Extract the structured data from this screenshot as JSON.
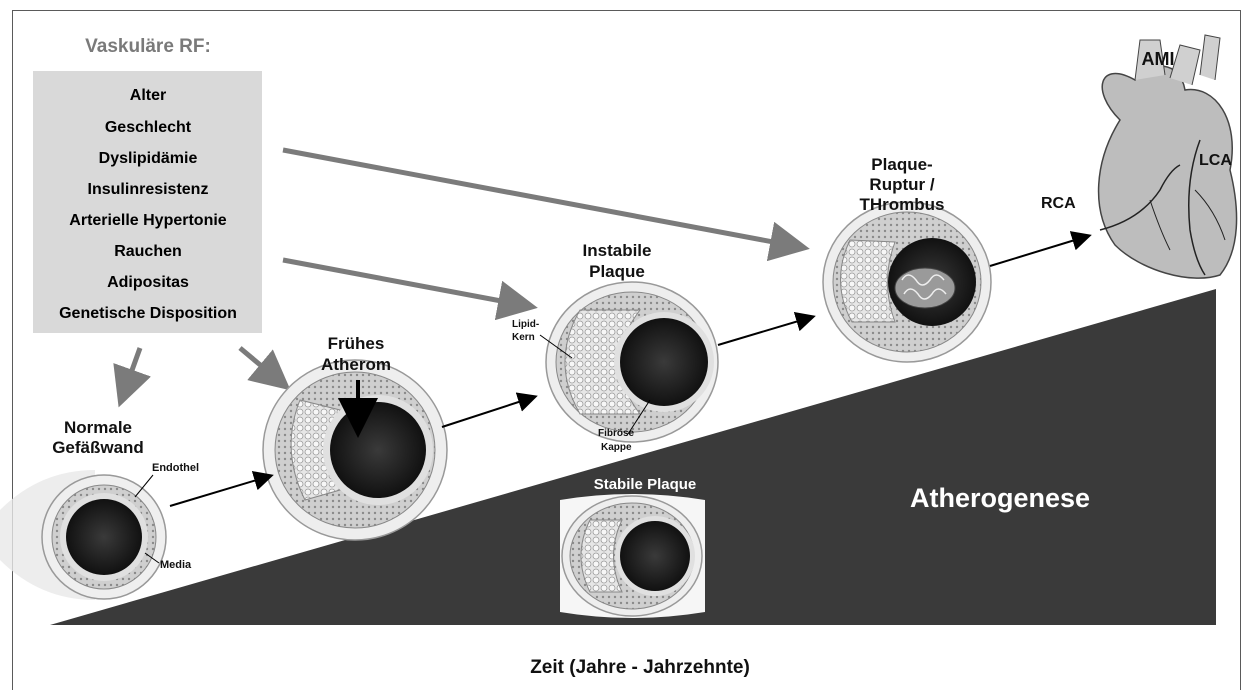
{
  "risk_factors": {
    "title": "Vaskuläre RF:",
    "items": [
      "Alter",
      "Geschlecht",
      "Dyslipidämie",
      "Insulinresistenz",
      "Arterielle Hypertonie",
      "Rauchen",
      "Adipositas",
      "Genetische Disposition"
    ]
  },
  "stages": {
    "normal": [
      "Normale",
      "Gefäßwand"
    ],
    "early": [
      "Frühes",
      "Atherom"
    ],
    "unstable": [
      "Instabile",
      "Plaque"
    ],
    "rupture": [
      "Plaque-",
      "Ruptur /",
      "THrombus"
    ],
    "ami": "AMI",
    "stable": "Stabile Plaque"
  },
  "annotations": {
    "endothel": "Endothel",
    "media": "Media",
    "lipid": [
      "Lipid-",
      "Kern"
    ],
    "fibrous": [
      "Fibröse",
      "Kappe"
    ],
    "lca": "LCA",
    "rca": "RCA"
  },
  "wedge_label": "Atherogenese",
  "time_axis": "Zeit (Jahre - Jahrzehnte)",
  "colors": {
    "wedge": "#3a3a3a",
    "gray_arrow": "#7b7b7b",
    "rf_box": "#d9d9d9",
    "lumen": "#1e1e1e"
  }
}
